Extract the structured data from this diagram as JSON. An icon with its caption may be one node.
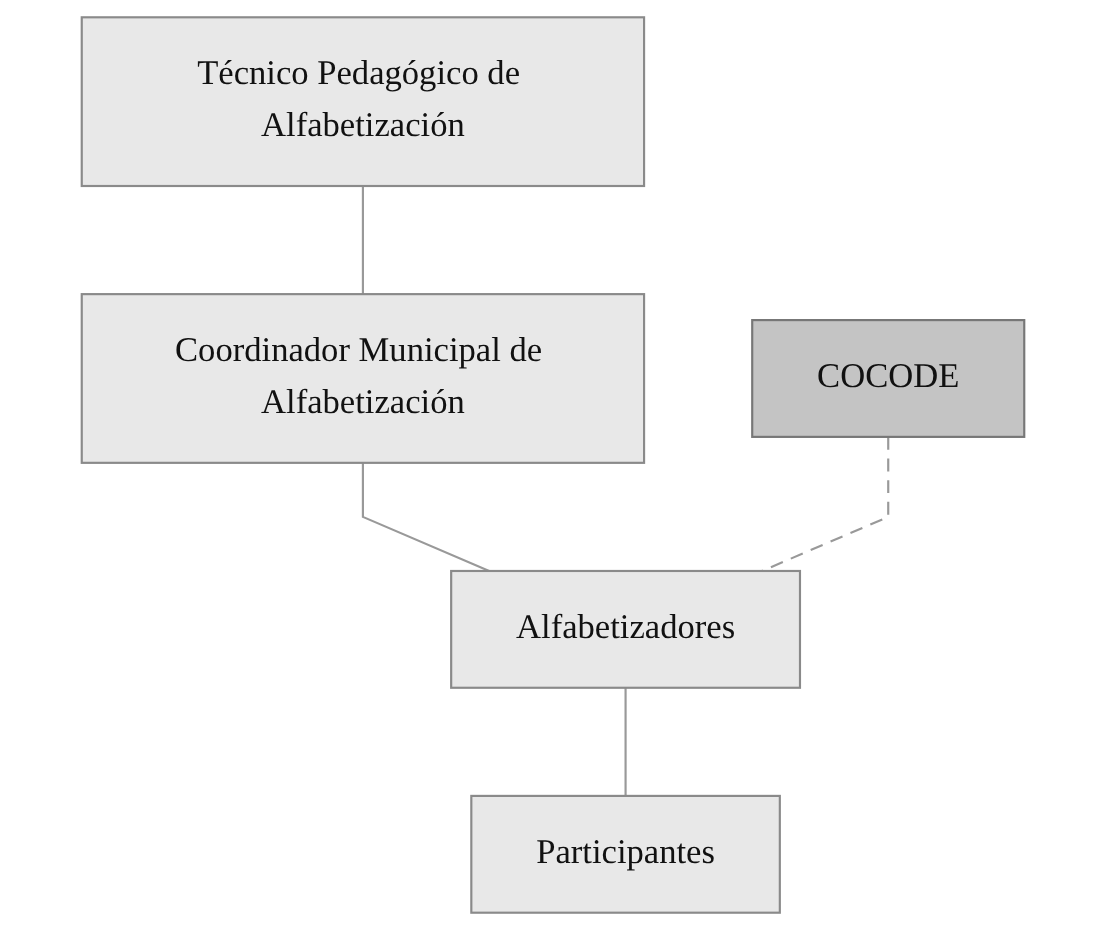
{
  "diagram": {
    "nodes": [
      {
        "text": [
          "Técnico Pedagógico de Alfabetización"
        ]
      },
      {
        "text": [
          "Coordinador Municipal de Alfabetización"
        ]
      },
      {
        "text": [
          "COCODE"
        ]
      },
      {
        "text": [
          "Alfabetizadores"
        ]
      },
      {
        "text": [
          "Participantes"
        ]
      }
    ],
    "edges": [
      {
        "from": 0,
        "to": 1,
        "arrow": "none"
      },
      {
        "from": 1,
        "to": 3,
        "arrow": "none"
      },
      {
        "from": 2,
        "to": 3,
        "arrow": "none",
        "style": "dashed"
      },
      {
        "from": 3,
        "to": 4,
        "arrow": "none"
      }
    ]
  }
}
